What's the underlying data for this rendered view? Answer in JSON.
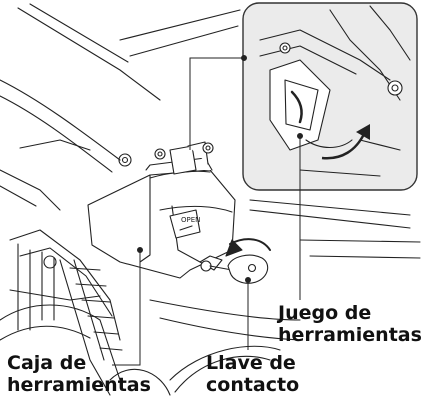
{
  "figure": {
    "labels": {
      "tool_kit": [
        "Juego de",
        "herramientas"
      ],
      "toolbox": [
        "Caja de",
        "herramientas"
      ],
      "ignition_key": [
        "Llave de",
        "contacto"
      ],
      "latch_text": "OPEN"
    }
  },
  "colors": {
    "line": "#222222",
    "inset_bg": "#ebebeb",
    "inset_border": "#333333",
    "label_text": "#111111"
  }
}
